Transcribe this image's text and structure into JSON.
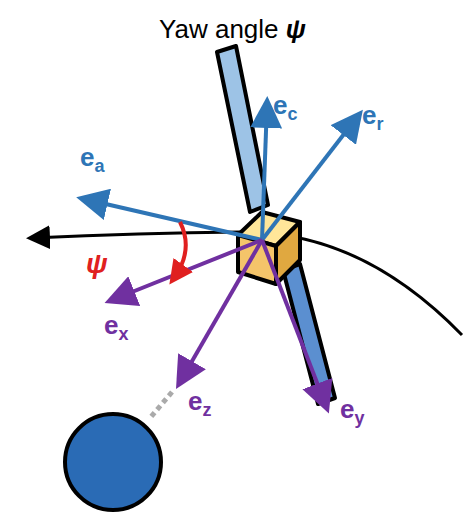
{
  "diagram": {
    "title": "Yaw angle ψ",
    "labels": [
      "ec",
      "er",
      "ea",
      "ψ",
      "ex",
      "ez",
      "ey"
    ]
  }
}
